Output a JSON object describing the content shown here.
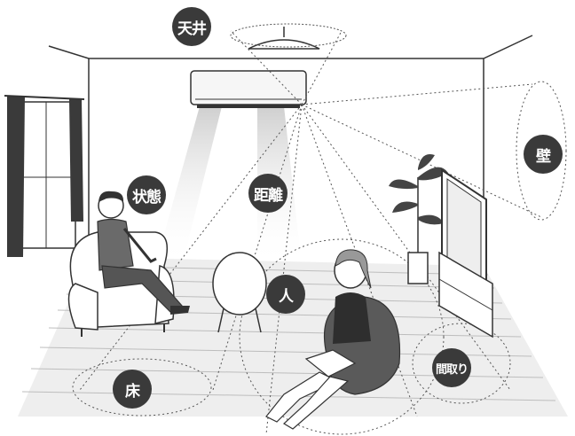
{
  "labels": {
    "ceiling": "天井",
    "wall": "壁",
    "condition": "状態",
    "distance": "距離",
    "person": "人",
    "floor": "床",
    "layout": "間取り"
  },
  "colors": {
    "badge": "#3a3a3a",
    "outline": "#333333",
    "shade": "#e6e6e6"
  },
  "icons": [
    "air-conditioner",
    "ceiling-lamp",
    "window-curtain",
    "armchair",
    "man",
    "round-table",
    "woman-on-beanbag",
    "plant",
    "television",
    "tv-stand"
  ]
}
